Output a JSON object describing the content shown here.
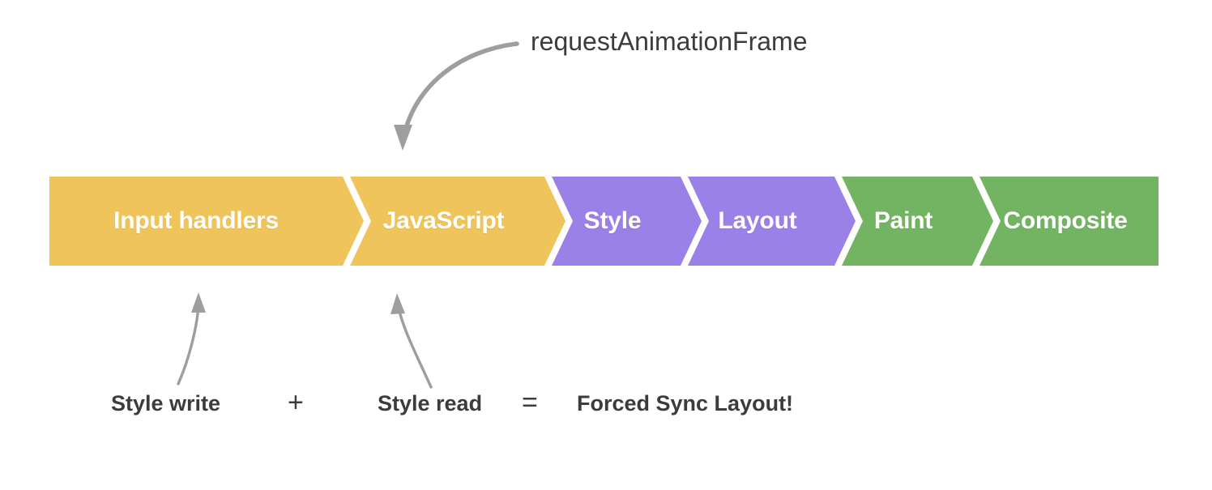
{
  "diagram": {
    "title_annotation": "requestAnimationFrame",
    "background": "#ffffff",
    "colors": {
      "yellow": "#EFC45B",
      "purple": "#9A81E8",
      "green": "#72B462",
      "arrow_gray": "#9E9E9E",
      "text_dark": "#3c3c3c",
      "stage_text": "#ffffff"
    },
    "pipeline": {
      "stages": [
        {
          "label": "Input handlers",
          "color": "#EFC45B",
          "start": 0,
          "end": 362
        },
        {
          "label": "JavaScript",
          "color": "#EFC45B",
          "start": 362,
          "end": 611
        },
        {
          "label": "Style",
          "color": "#9A81E8",
          "start": 611,
          "end": 779
        },
        {
          "label": "Layout",
          "color": "#9A81E8",
          "start": 779,
          "end": 969
        },
        {
          "label": "Paint",
          "color": "#72B462",
          "start": 969,
          "end": 1139
        },
        {
          "label": "Composite",
          "color": "#72B462",
          "start": 1139,
          "end": 1369
        }
      ]
    },
    "equation": {
      "term_1": "Style write",
      "operator_1": "+",
      "term_2": "Style read",
      "operator_2": "=",
      "result": "Forced Sync Layout!"
    },
    "arrows": [
      {
        "name": "raf-arrow",
        "from": "requestAnimationFrame label",
        "to": "JavaScript stage"
      },
      {
        "name": "style-write-arrow",
        "from": "Style write label",
        "to": "Input handlers stage"
      },
      {
        "name": "style-read-arrow",
        "from": "Style read label",
        "to": "JavaScript stage"
      }
    ]
  }
}
